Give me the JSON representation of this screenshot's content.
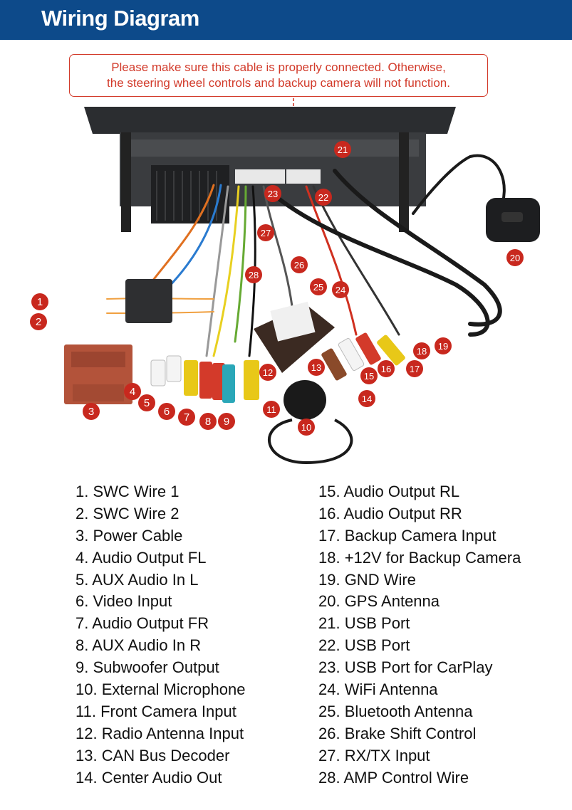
{
  "header": {
    "title": "Wiring Diagram"
  },
  "notice": {
    "line1": "Please make sure this cable is properly connected. Otherwise,",
    "line2": "the steering wheel controls and backup camera will not function."
  },
  "colors": {
    "header_bg": "#0d4a8a",
    "accent_red": "#d23a2a",
    "badge_red": "#c8281e"
  },
  "badges": [
    "1",
    "2",
    "3",
    "4",
    "5",
    "6",
    "7",
    "8",
    "9",
    "10",
    "11",
    "12",
    "13",
    "14",
    "15",
    "16",
    "17",
    "18",
    "19",
    "20",
    "21",
    "22",
    "23",
    "24",
    "25",
    "26",
    "27",
    "28"
  ],
  "legend_left": [
    "1. SWC Wire 1",
    "2. SWC Wire 2",
    "3. Power Cable",
    "4. Audio Output FL",
    "5. AUX Audio In L",
    "6. Video Input",
    "7. Audio Output FR",
    "8. AUX Audio In R",
    "9. Subwoofer Output",
    "10. External Microphone",
    "11. Front Camera Input",
    "12. Radio Antenna Input",
    "13. CAN Bus Decoder",
    "14. Center Audio Out"
  ],
  "legend_right": [
    "15. Audio Output RL",
    "16. Audio Output RR",
    "17. Backup Camera Input",
    "18. +12V for Backup Camera",
    "19. GND Wire",
    "20. GPS Antenna",
    "21. USB Port",
    "22. USB Port",
    "23. USB Port for CarPlay",
    "24. WiFi Antenna",
    "25. Bluetooth Antenna",
    "26. Brake Shift Control",
    "27. RX/TX Input",
    "28. AMP Control Wire"
  ]
}
